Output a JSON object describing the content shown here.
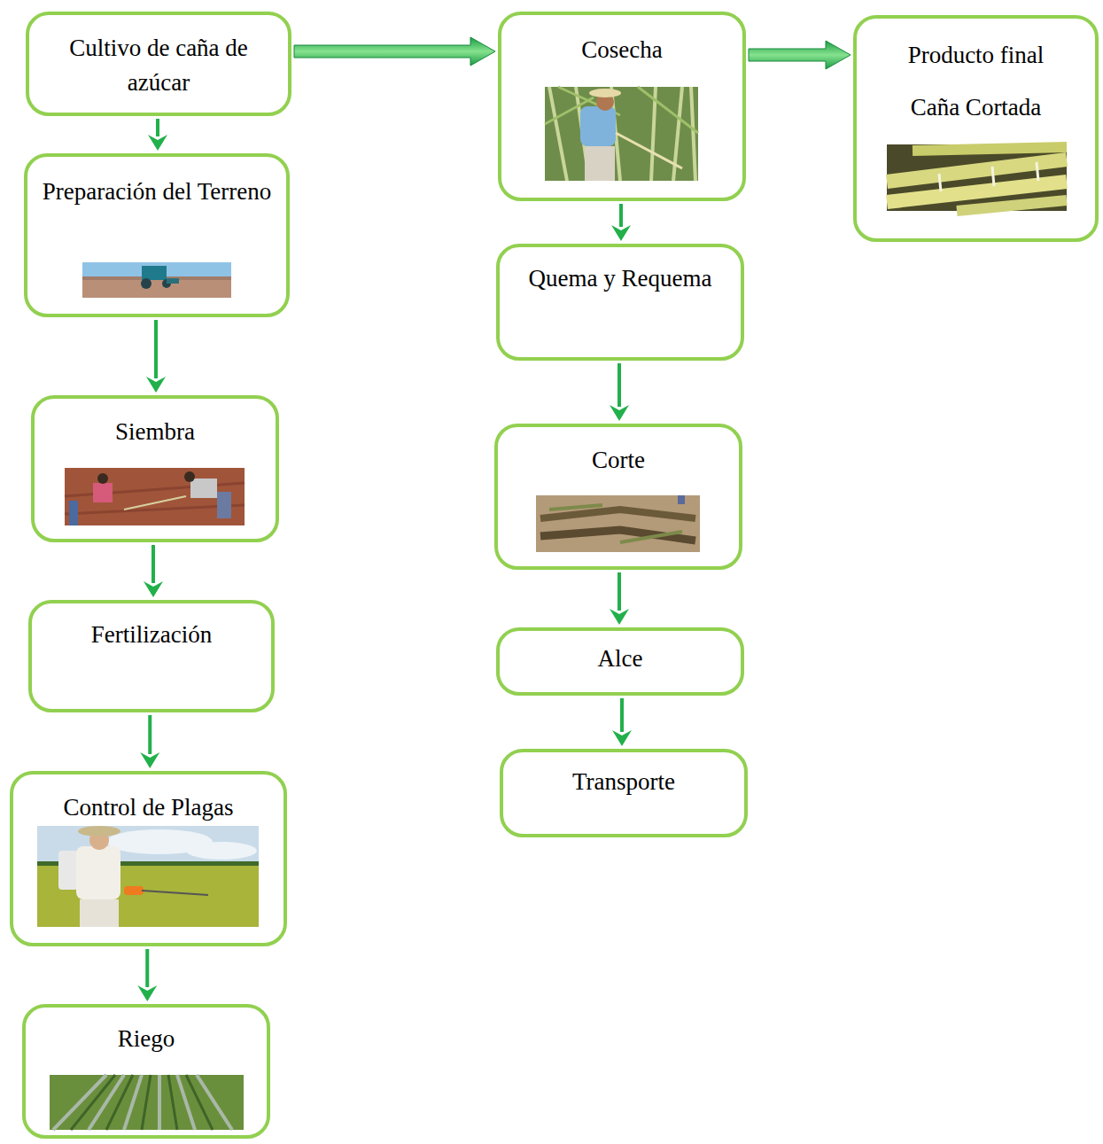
{
  "diagram": {
    "nodes": [
      {
        "text": [
          "Cultivo de caña de azúcar"
        ]
      },
      {
        "text": [
          "Preparación del Terreno"
        ]
      },
      {
        "text": [
          "Siembra"
        ]
      },
      {
        "text": [
          "Fertilización"
        ]
      },
      {
        "text": [
          "Control de Plagas"
        ]
      },
      {
        "text": [
          "Riego"
        ]
      },
      {
        "text": [
          "Cosecha"
        ]
      },
      {
        "text": [
          "Quema y Requema"
        ]
      },
      {
        "text": [
          "Corte"
        ]
      },
      {
        "text": [
          "Alce"
        ]
      },
      {
        "text": [
          "Transporte"
        ]
      },
      {
        "text": [
          "Producto final",
          "Caña Cortada"
        ]
      }
    ],
    "edges": [
      {
        "from": 0,
        "to": 1,
        "arrow": "to"
      },
      {
        "from": 1,
        "to": 2,
        "arrow": "to"
      },
      {
        "from": 2,
        "to": 3,
        "arrow": "to"
      },
      {
        "from": 3,
        "to": 4,
        "arrow": "to"
      },
      {
        "from": 4,
        "to": 5,
        "arrow": "to"
      },
      {
        "from": 0,
        "to": 6,
        "arrow": "to"
      },
      {
        "from": 6,
        "to": 11,
        "arrow": "to"
      },
      {
        "from": 6,
        "to": 7,
        "arrow": "to"
      },
      {
        "from": 7,
        "to": 8,
        "arrow": "to"
      },
      {
        "from": 8,
        "to": 9,
        "arrow": "to"
      },
      {
        "from": 9,
        "to": 10,
        "arrow": "to"
      }
    ]
  }
}
